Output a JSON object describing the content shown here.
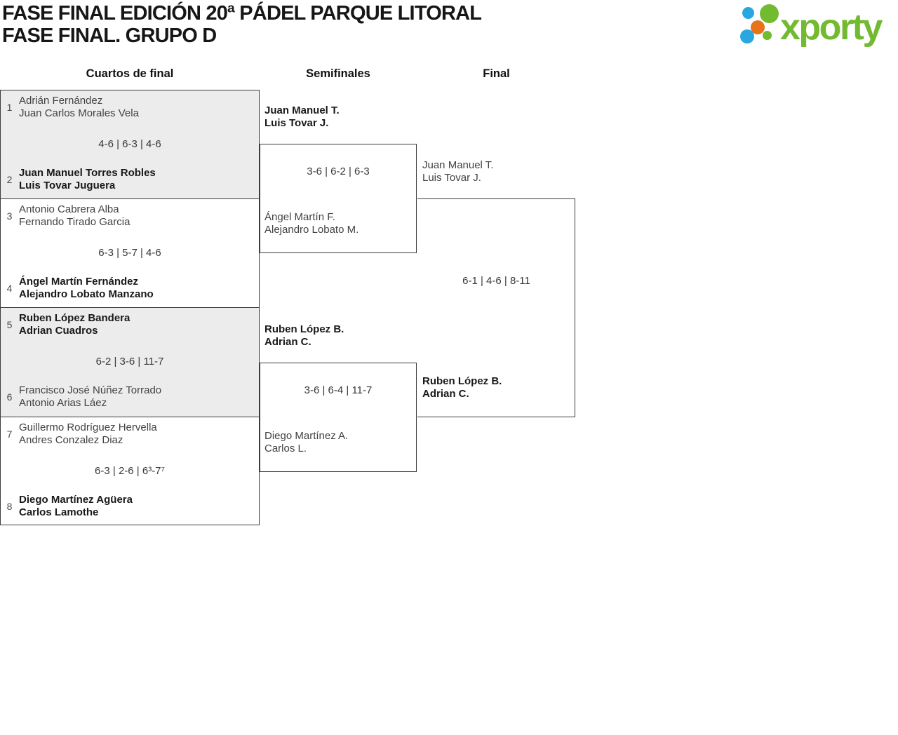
{
  "title": {
    "line1": "FASE FINAL EDICIÓN 20ª PÁDEL PARQUE LITORAL",
    "line2": "FASE FINAL. GRUPO D"
  },
  "logo": {
    "brand": "xporty",
    "colors": {
      "green": "#72ba2f",
      "blue": "#29a8df",
      "orange": "#e8741a"
    }
  },
  "round_headers": {
    "quarterfinals": "Cuartos de final",
    "semifinals": "Semifinales",
    "final": "Final"
  },
  "bracket": {
    "quarterfinals": [
      {
        "seed_top": "1",
        "team_top": {
          "player1": "Adrián Fernández",
          "player2": "Juan Carlos Morales Vela",
          "winner": false
        },
        "score": "4-6 | 6-3 | 4-6",
        "seed_bottom": "2",
        "team_bottom": {
          "player1": "Juan Manuel Torres Robles",
          "player2": "Luis Tovar Juguera",
          "winner": true
        }
      },
      {
        "seed_top": "3",
        "team_top": {
          "player1": "Antonio Cabrera Alba",
          "player2": "Fernando Tirado Garcia",
          "winner": false
        },
        "score": "6-3 | 5-7 | 4-6",
        "seed_bottom": "4",
        "team_bottom": {
          "player1": "Ángel Martín Fernández",
          "player2": "Alejandro Lobato Manzano",
          "winner": true
        }
      },
      {
        "seed_top": "5",
        "team_top": {
          "player1": "Ruben López Bandera",
          "player2": "Adrian Cuadros",
          "winner": true
        },
        "score": "6-2 | 3-6 | 11-7",
        "seed_bottom": "6",
        "team_bottom": {
          "player1": "Francisco José Núñez Torrado",
          "player2": "Antonio Arias Láez",
          "winner": false
        }
      },
      {
        "seed_top": "7",
        "team_top": {
          "player1": "Guillermo Rodríguez Hervella",
          "player2": "Andres Conzalez Diaz",
          "winner": false
        },
        "score": "6-3 | 2-6 | 6³-7⁷",
        "seed_bottom": "8",
        "team_bottom": {
          "player1": "Diego Martínez Agüera",
          "player2": "Carlos Lamothe",
          "winner": true
        }
      }
    ],
    "semifinals": [
      {
        "team_top": {
          "player1": "Juan Manuel T.",
          "player2": "Luis Tovar J.",
          "winner": true
        },
        "score": "3-6 | 6-2 | 6-3",
        "team_bottom": {
          "player1": "Ángel Martín F.",
          "player2": "Alejandro Lobato M.",
          "winner": false
        }
      },
      {
        "team_top": {
          "player1": "Ruben López B.",
          "player2": "Adrian C.",
          "winner": true
        },
        "score": "3-6 | 6-4 | 11-7",
        "team_bottom": {
          "player1": "Diego Martínez A.",
          "player2": "Carlos L.",
          "winner": false
        }
      }
    ],
    "final": {
      "team_top": {
        "player1": "Juan Manuel T.",
        "player2": "Luis Tovar J.",
        "winner": false
      },
      "score": "6-1 | 4-6 | 8-11",
      "team_bottom": {
        "player1": "Ruben López B.",
        "player2": "Adrian C.",
        "winner": true
      }
    }
  }
}
